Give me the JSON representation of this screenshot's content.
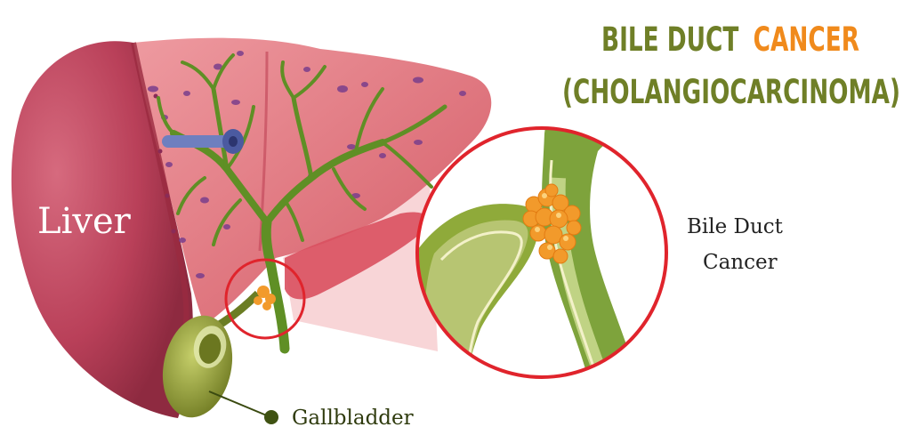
{
  "title": {
    "line1_part1": "BILE DUCT",
    "line1_part2": "CANCER",
    "line2": "(CHOLANGIOCARCINOMA)"
  },
  "labels": {
    "liver": "Liver",
    "zoom_line1": "Bile Duct",
    "zoom_line2": "Cancer",
    "gallbladder": "Gallbladder"
  },
  "colors": {
    "title_green": "#6f7f27",
    "title_orange": "#f08a1c",
    "liver_dark": "#b63a55",
    "liver_light": "#d9606f",
    "liver_cut": "#e58c93",
    "duct_green": "#6f9d2d",
    "tumor_orange": "#f29a2b",
    "highlight_red": "#e0242c",
    "gallbladder_olive": "#7d8a2a"
  }
}
